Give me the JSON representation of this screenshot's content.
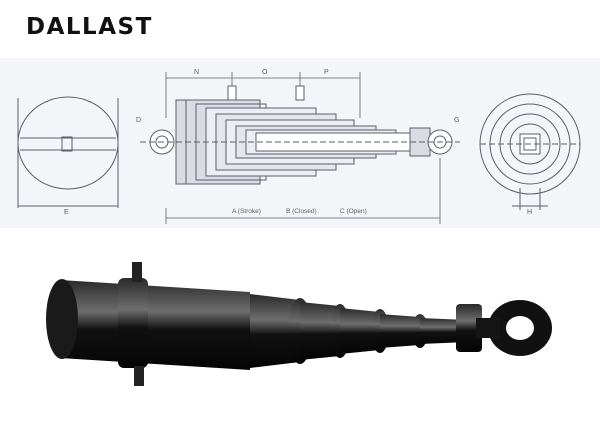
{
  "brand": {
    "name": "DALLAST"
  },
  "drawing": {
    "dimension_labels": {
      "n": "N",
      "o": "O",
      "p": "P",
      "d": "D",
      "g": "G",
      "e": "E",
      "h": "H"
    },
    "stroke_label": "A (Stroke)",
    "closed_label": "B (Closed)",
    "open_label": "C (Open)"
  },
  "colors": {
    "drawing_bg": "#f4f5f9",
    "line": "#5a5f6a",
    "shade": "#d9dce3",
    "metal": "#111111",
    "highlight": "#6e6e6e"
  }
}
